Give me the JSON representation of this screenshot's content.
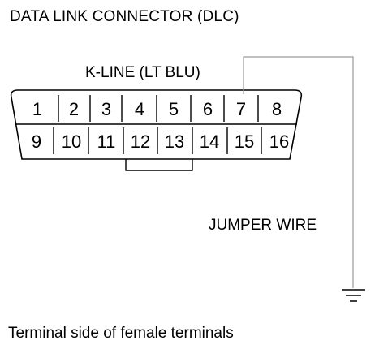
{
  "title": "DATA LINK CONNECTOR (DLC)",
  "kline_label": "K-LINE (LT BLU)",
  "jumper_label": "JUMPER WIRE",
  "caption": "Terminal side of female terminals",
  "pins": {
    "top": [
      "1",
      "2",
      "3",
      "4",
      "5",
      "6",
      "7",
      "8"
    ],
    "bottom": [
      "9",
      "10",
      "11",
      "12",
      "13",
      "14",
      "15",
      "16"
    ]
  },
  "colors": {
    "line": "#000000",
    "wire": "#9a9a9a"
  }
}
